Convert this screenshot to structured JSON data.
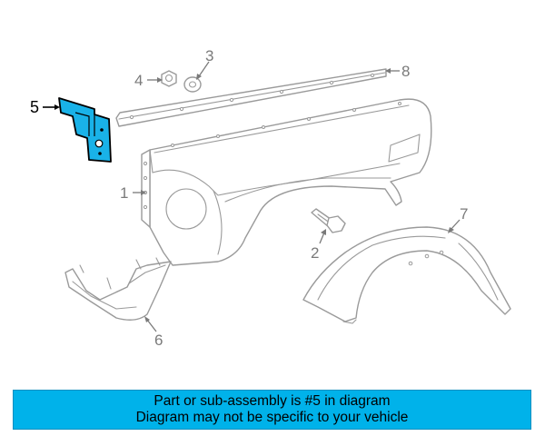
{
  "diagram": {
    "callouts": [
      {
        "number": "1",
        "part": "fender"
      },
      {
        "number": "2",
        "part": "bolt"
      },
      {
        "number": "3",
        "part": "washer"
      },
      {
        "number": "4",
        "part": "nut"
      },
      {
        "number": "5",
        "part": "bracket"
      },
      {
        "number": "6",
        "part": "splash-shield"
      },
      {
        "number": "7",
        "part": "fender-liner"
      },
      {
        "number": "8",
        "part": "molding-strip"
      }
    ],
    "highlight_number": "5",
    "colors": {
      "highlight_part": "#19b2e8",
      "highlight_outline": "#000000",
      "line_art": "#9a9a9a",
      "callout_text": "#7a7a7a"
    }
  },
  "banner": {
    "line1": "Part or sub-assembly is #5 in diagram",
    "line2": "Diagram may not be specific to your vehicle",
    "background": "#00b2ea"
  }
}
